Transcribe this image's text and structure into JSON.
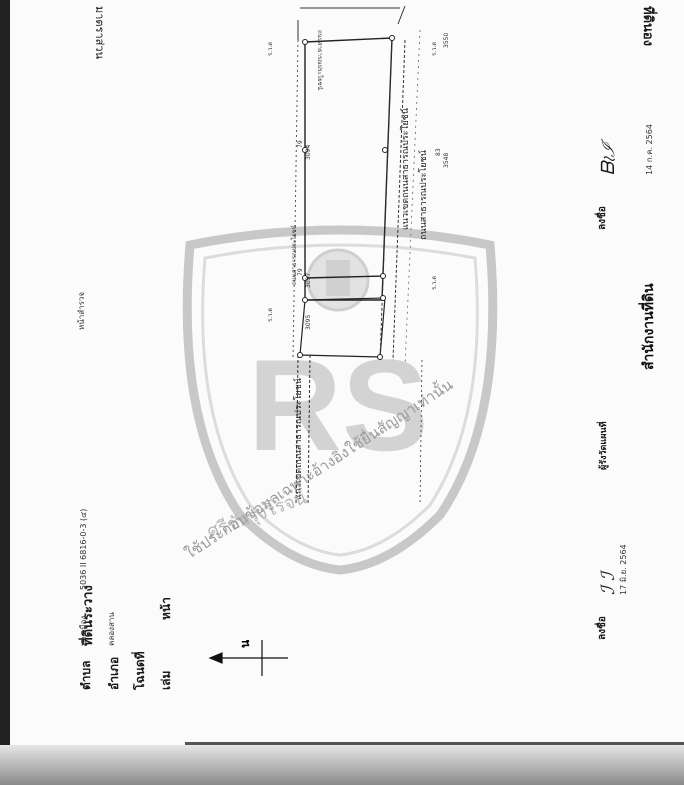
{
  "header": {
    "office_top": "ที่ดินอง",
    "scale_label": "มาตราส่วน",
    "scale_eq": "=",
    "title_land": "ที่ดินระวาง",
    "sheet_code": "5036 II 6816-0-3 (๔)",
    "page_label": "หน้าสำรวจ",
    "subdistrict_label": "ตำบล",
    "subdistrict_value": "บางเมือง",
    "district_label": "อำเภอ",
    "district_value": "คลองสาน",
    "deed_label": "โฉนดที่",
    "book_label": "เล่ม",
    "page_num_label": "หน้า"
  },
  "plan": {
    "road_top": "ถนนสาธารณประโยชน์",
    "road_side": "ถนนสาธารณประโยชน์",
    "canal_label": "แนวเขตถนนสาธารณประโยชน์",
    "canal_label2": "แนวเขตถนนสาธารณประโยชน์",
    "bottom_road": "ถนนสาธารณประโยชน์",
    "parcel_numbers": [
      "79",
      "79",
      "83"
    ],
    "coords": [
      "3094",
      "3097",
      "3095",
      "3548",
      "3550"
    ],
    "survey_marks": [
      "ร.ว.ด",
      "ร.ว.ด",
      "ร.ว.ด",
      "ร.ว.ด"
    ]
  },
  "watermark": {
    "brand_letters": "RS",
    "brand_name": "ศรีชัยรุ่งโรจน์",
    "usage_text": "ใช้ประกอบข้อมูลเฉพาะอ้างอิงใช้ยื่นสัญญาเท่านั้น"
  },
  "footer": {
    "registrar_title": "สำนักงานที่ดิน",
    "sign_label_1": "ลงชื่อ",
    "sign_label_2": "ลงชื่อ",
    "official_role": "ผู้รังวัดแผนที่",
    "date_1": "17 มิ.ย. 2564",
    "date_2": "14 ก.ค. 2564"
  },
  "compass": {
    "label": "น"
  },
  "colors": {
    "ink": "#1a1a1a",
    "watermark": "#9a9a9a",
    "edge": "#222222"
  }
}
